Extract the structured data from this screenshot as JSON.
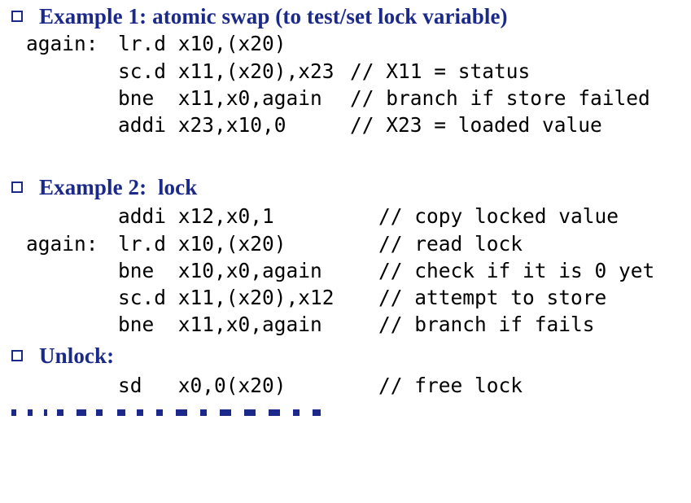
{
  "colors": {
    "heading": "#1b2a8a",
    "code": "#000000",
    "background": "#ffffff"
  },
  "sections": [
    {
      "heading": "Example 1: atomic swap (to test/set lock variable)",
      "lines": [
        {
          "label": "again:",
          "instr": "lr.d x10,(x20)",
          "comment": ""
        },
        {
          "label": "",
          "instr": "sc.d x11,(x20),x23",
          "comment": "// X11 = status"
        },
        {
          "label": "",
          "instr": "bne  x11,x0,again",
          "comment": "// branch if store failed"
        },
        {
          "label": "",
          "instr": "addi x23,x10,0",
          "comment": "// X23 = loaded value"
        }
      ]
    },
    {
      "heading": "Example 2:  lock",
      "lines": [
        {
          "label": "",
          "instr": "addi x12,x0,1",
          "comment": "// copy locked value"
        },
        {
          "label": "again:",
          "instr": "lr.d x10,(x20)",
          "comment": "// read lock"
        },
        {
          "label": "",
          "instr": "bne  x10,x0,again",
          "comment": "// check if it is 0 yet"
        },
        {
          "label": "",
          "instr": "sc.d x11,(x20),x12",
          "comment": "// attempt to store"
        },
        {
          "label": "",
          "instr": "bne  x11,x0,again",
          "comment": "// branch if fails"
        }
      ]
    },
    {
      "heading": "Unlock:",
      "lines": [
        {
          "label": "",
          "instr": "sd   x0,0(x20)",
          "comment": "// free lock"
        }
      ]
    }
  ]
}
